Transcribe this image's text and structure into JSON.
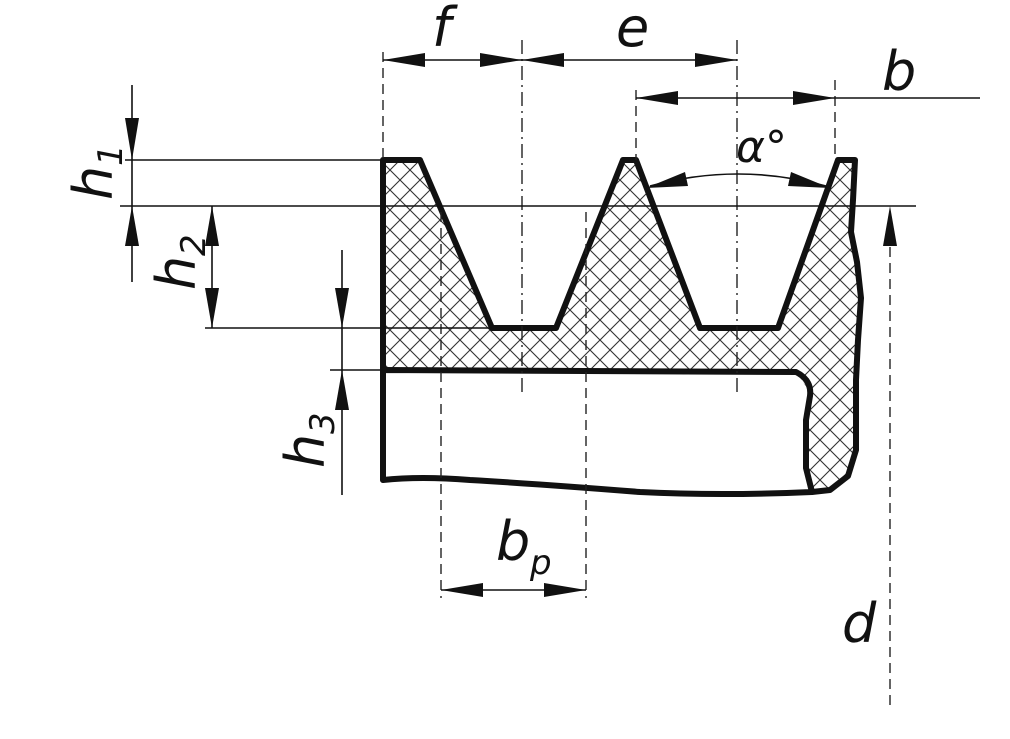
{
  "diagram": {
    "labels": {
      "f": "f",
      "e": "e",
      "b": "b",
      "alpha": "α°",
      "h1_main": "h",
      "h1_sub": "1",
      "h2_main": "h",
      "h2_sub": "2",
      "h3_main": "h",
      "h3_sub": "3",
      "bp_main": "b",
      "bp_sub": "p",
      "d": "d"
    }
  }
}
